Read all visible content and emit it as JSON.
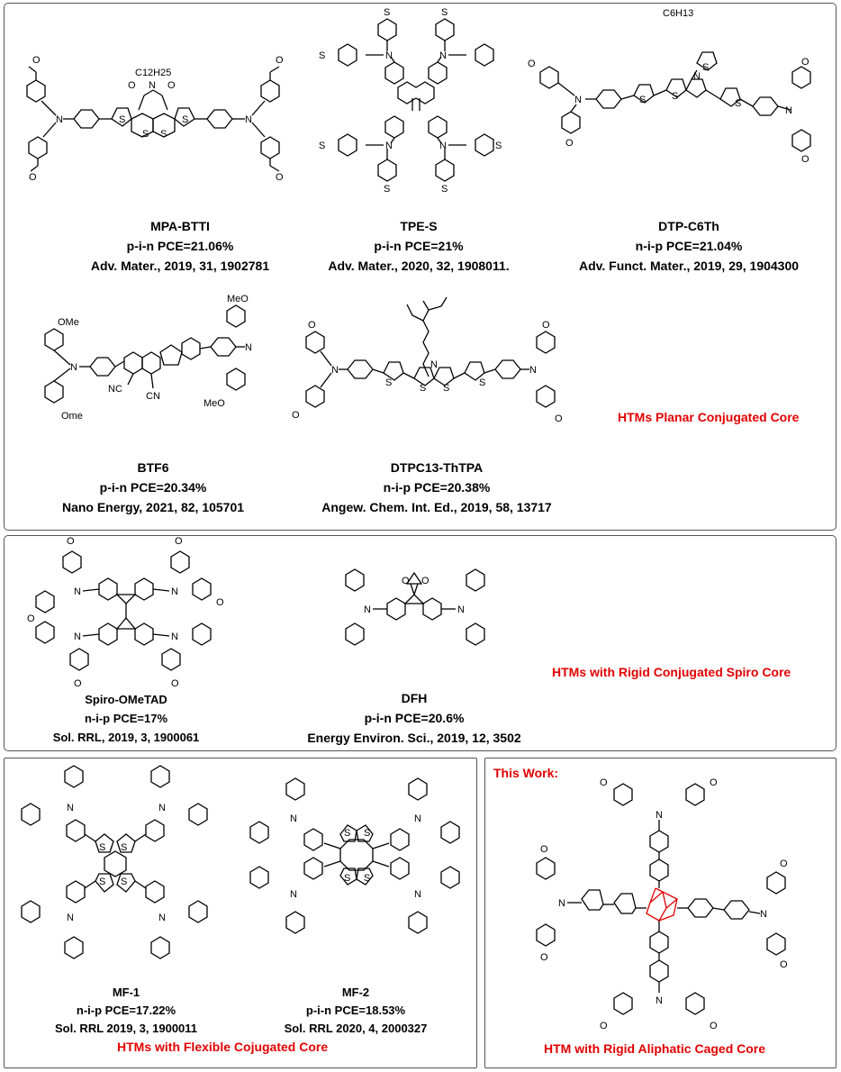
{
  "molecules": {
    "mpa_bttl": {
      "name": "MPA-BTTI",
      "device": "p-i-n  PCE=21.06%",
      "ref": "Adv. Mater., 2019, 31, 1902781"
    },
    "tpe_s": {
      "name": "TPE-S",
      "device": "p-i-n  PCE=21%",
      "ref": "Adv. Mater., 2020, 32, 1908011."
    },
    "dtp_c6th": {
      "name": "DTP-C6Th",
      "device": "n-i-p  PCE=21.04%",
      "ref": "Adv. Funct. Mater., 2019, 29, 1904300"
    },
    "btf6": {
      "name": "BTF6",
      "device": "p-i-n  PCE=20.34%",
      "ref": "Nano Energy, 2021, 82, 105701"
    },
    "dtpc13": {
      "name": "DTPC13-ThTPA",
      "device": "n-i-p  PCE=20.38%",
      "ref": "Angew. Chem. Int. Ed., 2019, 58, 13717"
    },
    "spiro": {
      "name": "Spiro-OMeTAD",
      "device": "n-i-p  PCE=17%",
      "ref": "Sol. RRL, 2019, 3, 1900061"
    },
    "dfh": {
      "name": "DFH",
      "device": "p-i-n  PCE=20.6%",
      "ref": "Energy Environ. Sci., 2019, 12, 3502"
    },
    "mf1": {
      "name": "MF-1",
      "device": "n-i-p PCE=17.22%",
      "ref": "Sol. RRL 2019, 3, 1900011"
    },
    "mf2": {
      "name": "MF-2",
      "device": "p-i-n PCE=18.53%",
      "ref": "Sol. RRL 2020, 4, 2000327"
    }
  },
  "categories": {
    "planar": "HTMs Planar Conjugated Core",
    "spiro": "HTMs with Rigid Conjugated Spiro Core",
    "flexible": "HTMs with Flexible Cojugated Core",
    "caged": "HTM with Rigid Aliphatic Caged Core"
  },
  "this_work_label": "This Work:",
  "atom_labels": {
    "N": "N",
    "S": "S",
    "O": "O",
    "NC": "NC",
    "CN": "CN",
    "MeO": "MeO",
    "OMe": "OMe",
    "Ome": "Ome",
    "C12H25": "C12H25",
    "C6H13": "C6H13"
  }
}
